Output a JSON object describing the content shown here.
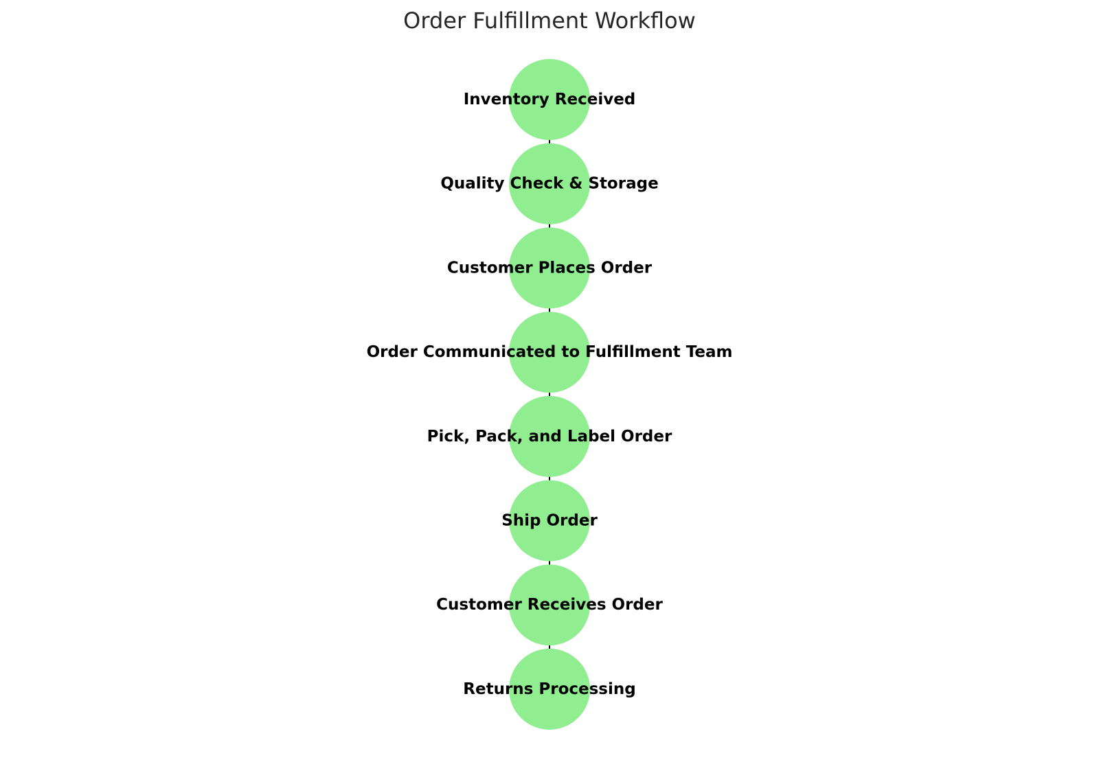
{
  "title": "Order Fulfillment Workflow",
  "colors": {
    "node_fill": "#90ee90",
    "edge": "#000000",
    "label": "#000000",
    "title": "#262626"
  },
  "steps": [
    {
      "label": "Inventory Received"
    },
    {
      "label": "Quality Check & Storage"
    },
    {
      "label": "Customer Places Order"
    },
    {
      "label": "Order Communicated to Fulfillment Team"
    },
    {
      "label": "Pick, Pack, and Label Order"
    },
    {
      "label": "Ship Order"
    },
    {
      "label": "Customer Receives Order"
    },
    {
      "label": "Returns Processing"
    }
  ]
}
